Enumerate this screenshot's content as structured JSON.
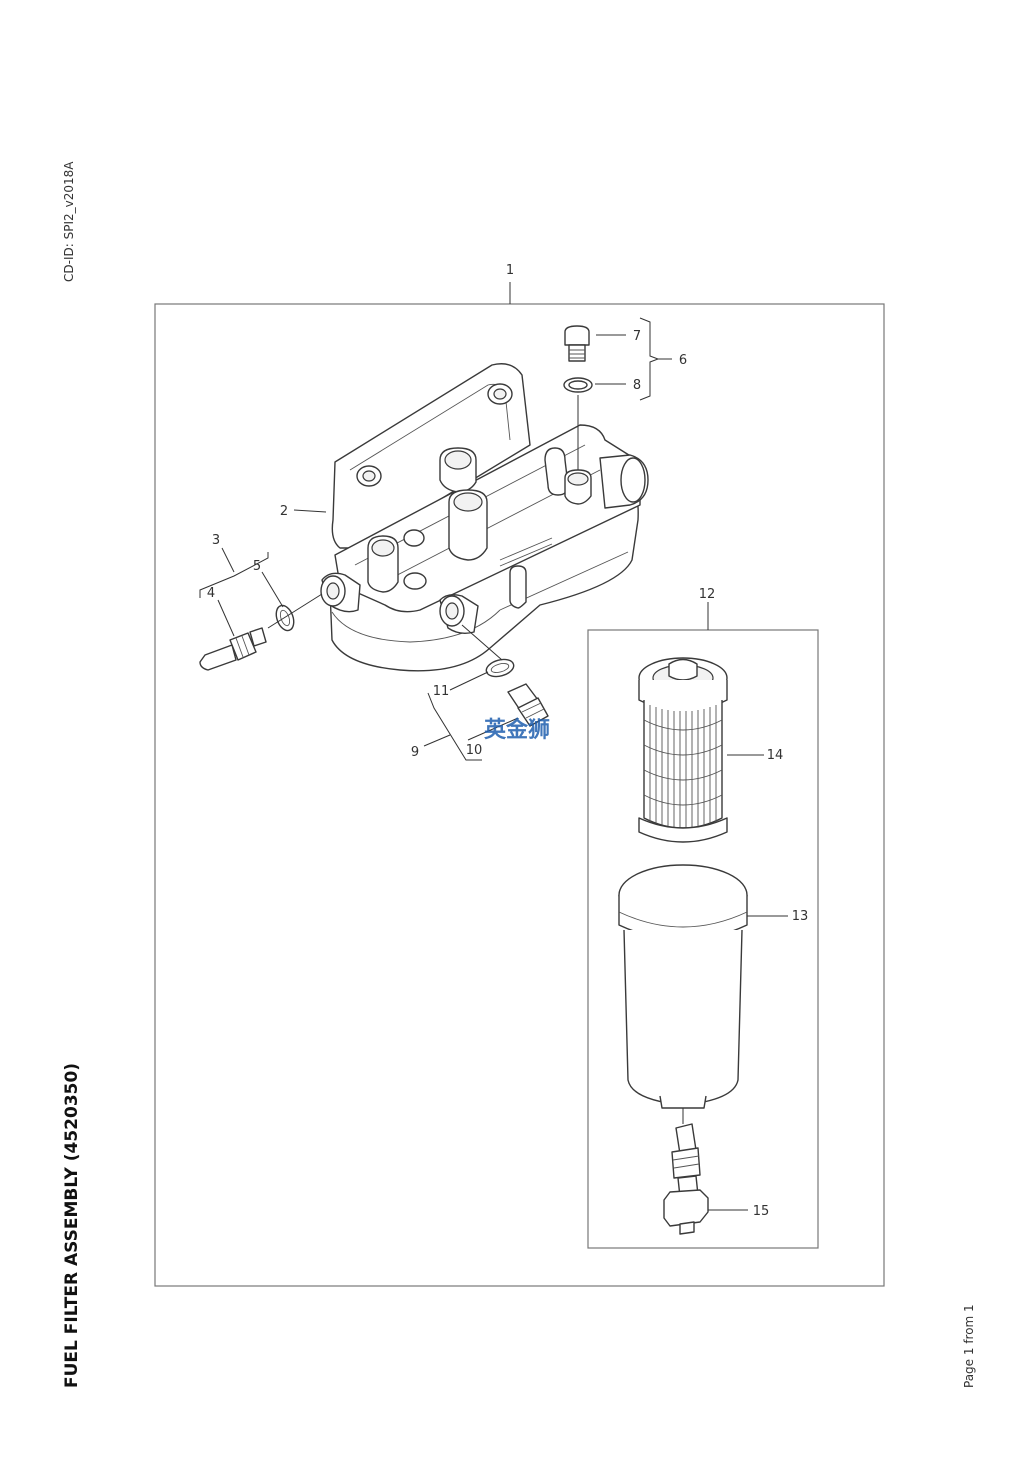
{
  "header": {
    "cd_id": "CD-ID: SPI2_v2018A"
  },
  "title": "FUEL FILTER ASSEMBLY (4520350)",
  "footer": {
    "page": "Page 1 from 1"
  },
  "watermark": "英金狮",
  "callouts": {
    "c1": "1",
    "c2": "2",
    "c3": "3",
    "c4": "4",
    "c5": "5",
    "c6": "6",
    "c7": "7",
    "c8": "8",
    "c9": "9",
    "c10": "10",
    "c11": "11",
    "c12": "12",
    "c13": "13",
    "c14": "14",
    "c15": "15"
  }
}
